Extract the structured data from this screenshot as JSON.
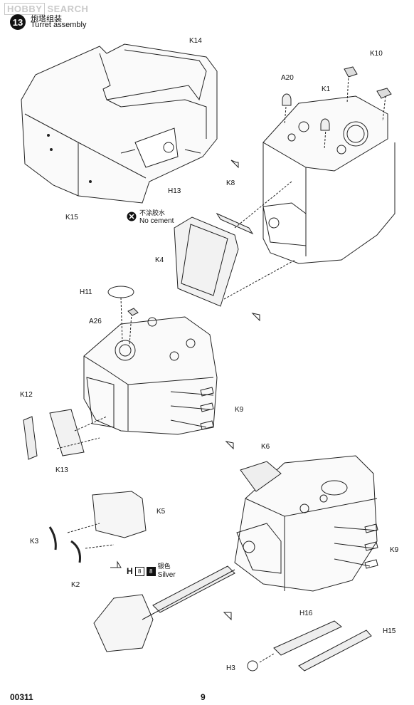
{
  "watermark": {
    "box": "HOBBY",
    "text": "SEARCH"
  },
  "step": {
    "number": "13",
    "title_cn": "炮塔组装",
    "title_en": "Turret assembly"
  },
  "labels": {
    "k14": "K14",
    "k10": "K10",
    "a20": "A20",
    "k1": "K1",
    "h13": "H13",
    "k15": "K15",
    "k8": "K8",
    "k4": "K4",
    "h11": "H11",
    "a26": "A26",
    "k12": "K12",
    "k13": "K13",
    "k9a": "K9",
    "k6": "K6",
    "k5": "K5",
    "k3": "K3",
    "k2": "K2",
    "k9b": "K9",
    "h16": "H16",
    "h15": "H15",
    "h3": "H3"
  },
  "no_cement": {
    "cn": "不涂胶水",
    "en": "No cement",
    "icon": "no-glue-icon"
  },
  "paint": {
    "code": "H",
    "swatch1": "8",
    "swatch2": "8",
    "cn": "银色",
    "en": "Silver"
  },
  "footer": {
    "code": "00311",
    "page": "9"
  }
}
